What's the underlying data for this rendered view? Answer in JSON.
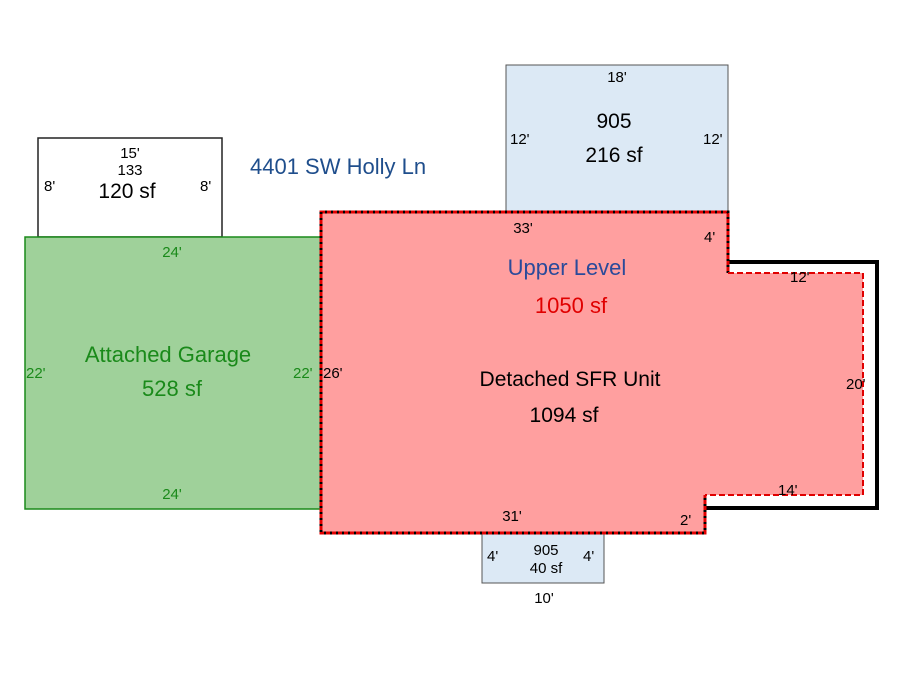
{
  "address": "4401 SW Holly Ln",
  "colors": {
    "address": "#1f4e8c",
    "garage_fill": "#9fd19a",
    "garage_text": "#1a8a1a",
    "sfr_fill": "#ff9f9f",
    "upper_text": "#2a4a9a",
    "upper_sf_text": "#e00000",
    "deck_fill": "#dce9f5"
  },
  "shed": {
    "code": "133",
    "area": "120 sf",
    "top": "15'",
    "left": "8'",
    "right": "8'"
  },
  "deck_top": {
    "code": "905",
    "area": "216 sf",
    "top": "18'",
    "left": "12'",
    "right": "12'"
  },
  "garage": {
    "name": "Attached Garage",
    "area": "528 sf",
    "top": "24'",
    "bottom": "24'",
    "left": "22'",
    "right": "22'"
  },
  "sfr": {
    "name": "Detached SFR Unit",
    "area": "1094 sf",
    "upper_name": "Upper Level",
    "upper_area": "1050 sf",
    "top": "33'",
    "notch_top": "4'",
    "ext_top": "12'",
    "ext_right": "20'",
    "ext_bottom": "14'",
    "notch_bottom": "2'",
    "bottom": "31'",
    "left": "26'"
  },
  "deck_bottom": {
    "code": "905",
    "area": "40 sf",
    "left": "4'",
    "right": "4'",
    "bottom": "10'"
  }
}
